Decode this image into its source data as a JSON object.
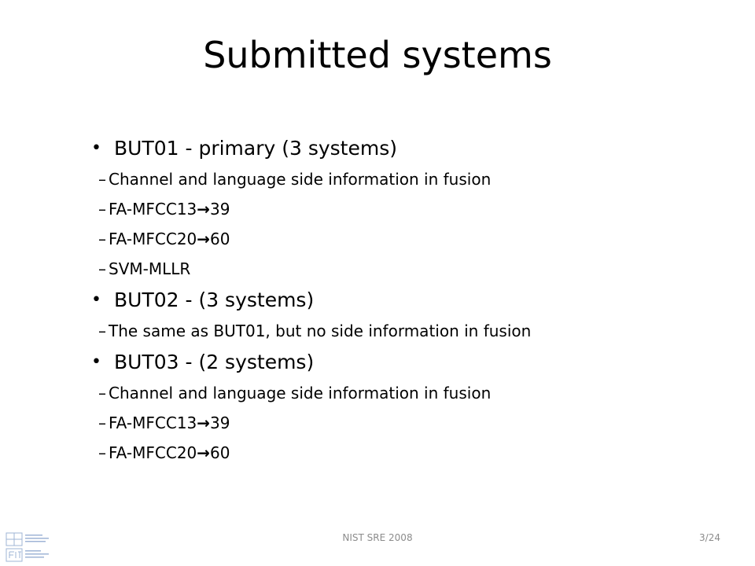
{
  "slide": {
    "title": "Submitted systems",
    "bullets": [
      {
        "text": "BUT01 - primary (3 systems)",
        "subs": [
          {
            "text": "Channel and language side information in fusion"
          },
          {
            "pre": "FA-MFCC13",
            "arrow": "→",
            "post": "39"
          },
          {
            "pre": "FA-MFCC20",
            "arrow": "→",
            "post": "60"
          },
          {
            "text": "SVM-MLLR"
          }
        ]
      },
      {
        "text": "BUT02 - (3 systems)",
        "subs": [
          {
            "text": "The same as BUT01, but no side information in fusion"
          }
        ]
      },
      {
        "text": "BUT03 - (2 systems)",
        "subs": [
          {
            "text": "Channel and language side information in fusion"
          },
          {
            "pre": "FA-MFCC13",
            "arrow": "→",
            "post": "39"
          },
          {
            "pre": "FA-MFCC20",
            "arrow": "→",
            "post": "60"
          }
        ]
      }
    ],
    "bullet_glyph": "•",
    "dash_glyph": "–"
  },
  "footer": {
    "center_text": "NIST SRE 2008",
    "page_number": "3/24"
  },
  "colors": {
    "text": "#000000",
    "footer_text": "#8c8c8c",
    "logo_blue": "#9fb4d6"
  }
}
